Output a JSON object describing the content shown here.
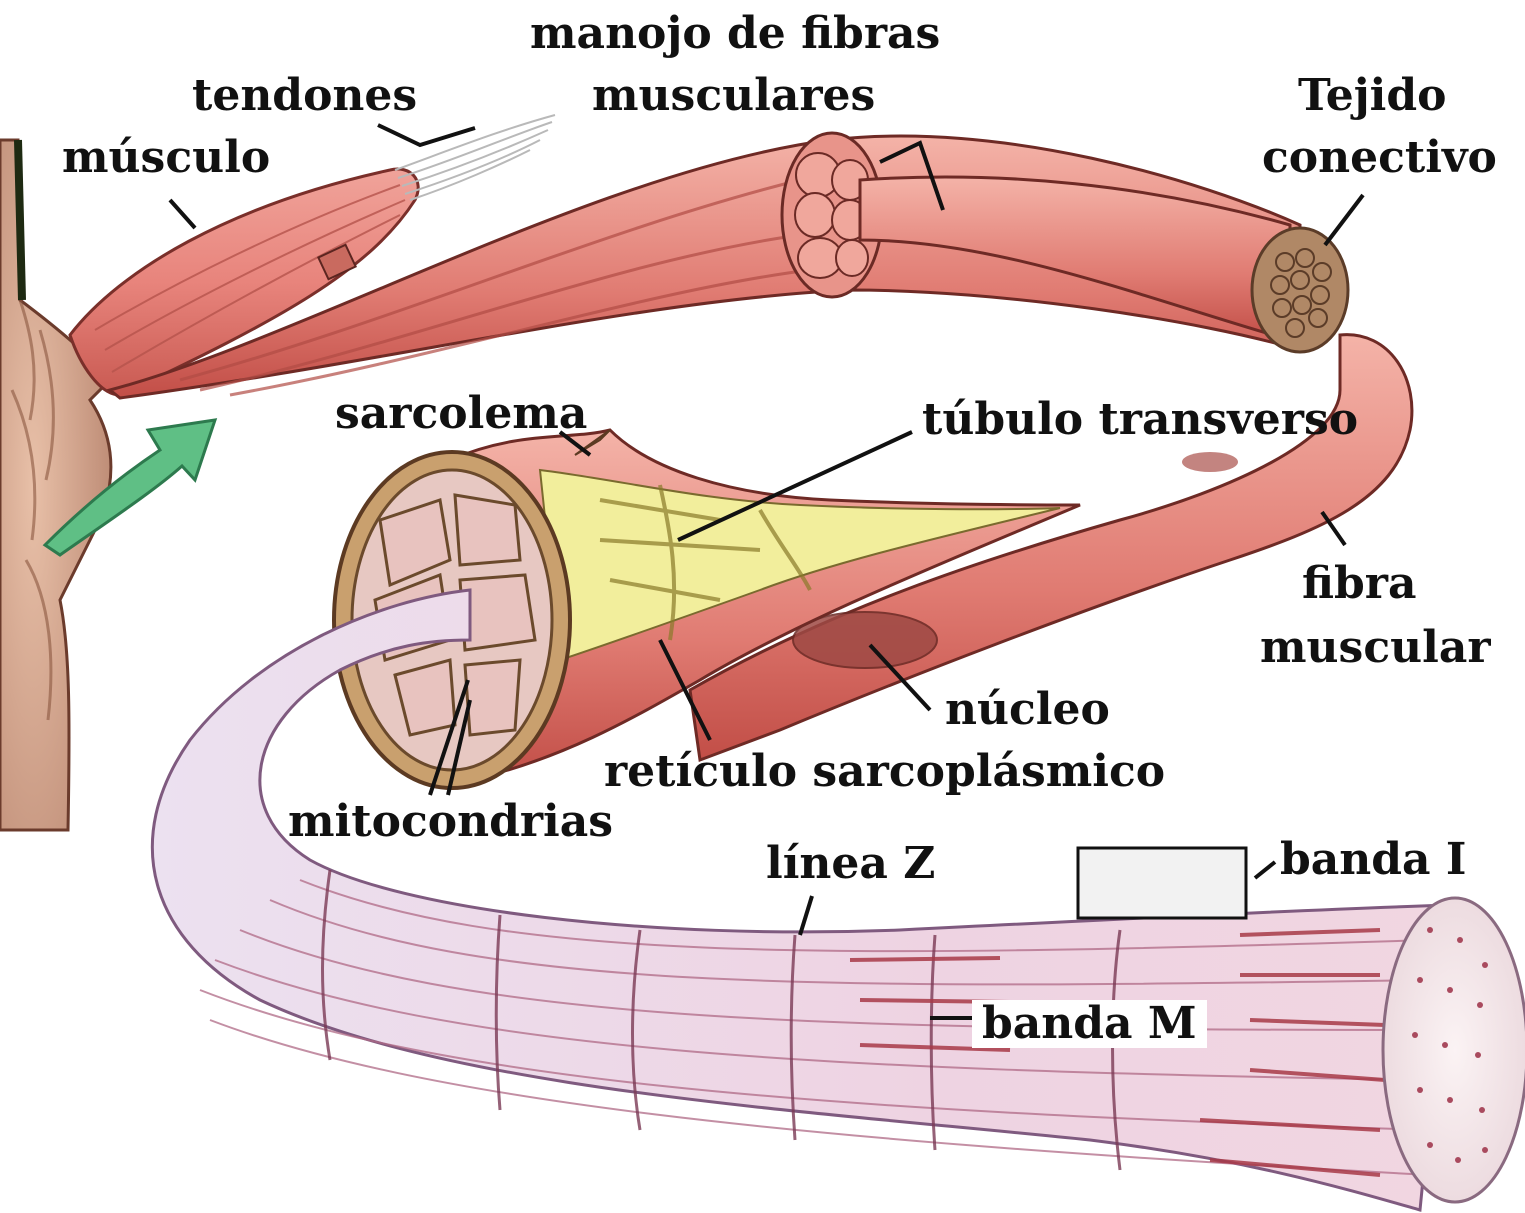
{
  "diagram": {
    "labels": {
      "bundle_line1": "manojo de fibras",
      "bundle_line2": "musculares",
      "tendons": "tendones",
      "muscle": "músculo",
      "connective_line1": "Tejido",
      "connective_line2": "conectivo",
      "sarcolemma": "sarcolema",
      "t_tubule": "túbulo transverso",
      "fiber_line1": "fibra",
      "fiber_line2": "muscular",
      "nucleus": "núcleo",
      "sr": "retículo sarcoplásmico",
      "mitochondria": "mitocondrias",
      "z_line": "línea Z",
      "i_band": "banda I",
      "m_band": "banda M"
    },
    "colors": {
      "muscle_pink": "#e8847c",
      "muscle_dark": "#c4544c",
      "sarcoplasm_yellow": "#f2ee9c",
      "myofibril_lilac": "#e6cfe6",
      "myofibril_stripe": "#a83a48",
      "arrow_green": "#5fbf85",
      "bone": "#d9a98f"
    }
  }
}
